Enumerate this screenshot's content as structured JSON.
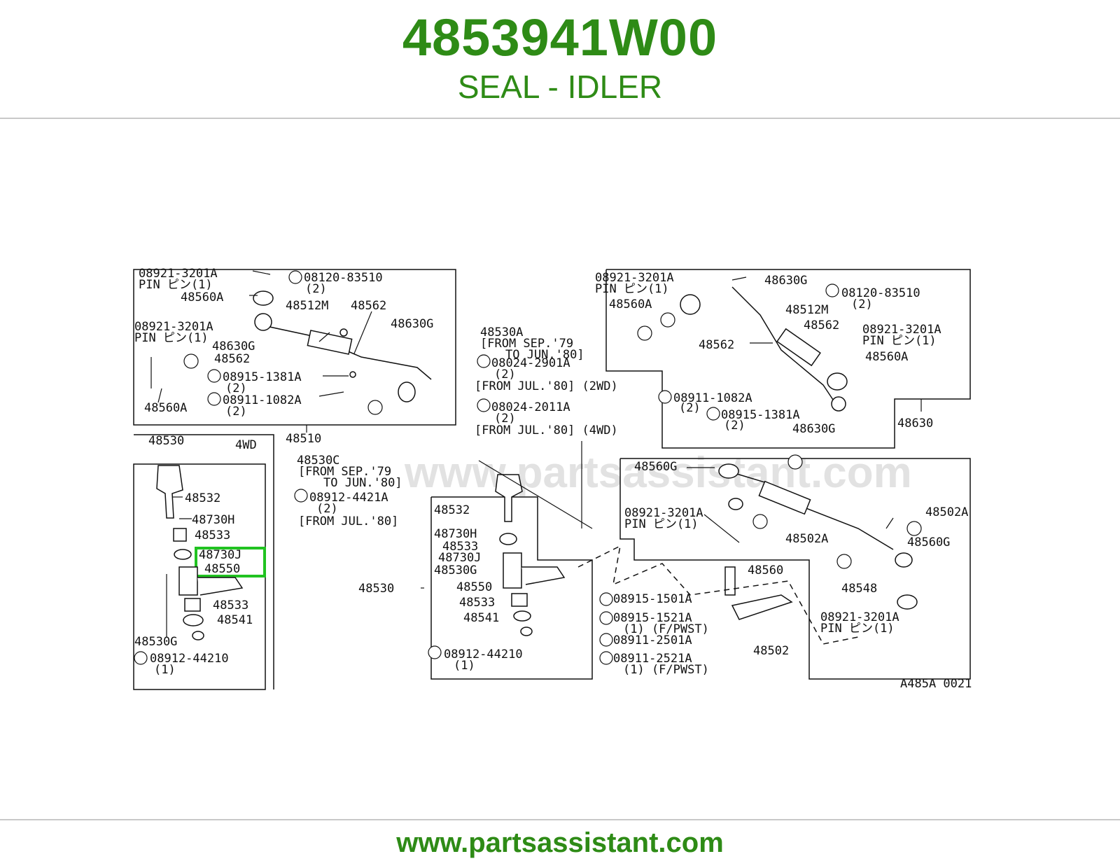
{
  "header": {
    "part_number": "4853941W00",
    "part_name": "SEAL - IDLER"
  },
  "footer": {
    "url": "www.partsassistant.com"
  },
  "diagram": {
    "watermark": "www.partsassistant.com",
    "highlight_label": "48730J",
    "code": "A485A 0021",
    "labels": {
      "a1": "08921-3201A",
      "a2": "PIN ピン(1)",
      "a3": "48560A",
      "a4": "08120-83510",
      "a5": "(2)",
      "a6": "48512M",
      "a7": "48562",
      "a8": "48630G",
      "a9": "08921-3201A",
      "a10": "PIN ピン(1)",
      "a11": "48630G",
      "a12": "48562",
      "a13": "08915-1381A",
      "a14": "(2)",
      "a15": "08911-1082A",
      "a16": "(2)",
      "a17": "48560A",
      "a18": "48510",
      "b1": "48530A",
      "b2": "[FROM SEP.'79",
      "b3": "TO JUN.'80]",
      "b4": "08024-2901A",
      "b5": "(2)",
      "b6": "[FROM JUL.'80] (2WD)",
      "b7": "08024-2011A",
      "b8": "(2)",
      "b9": "[FROM JUL.'80] (4WD)",
      "c1": "08921-3201A",
      "c2": "PIN ピン(1)",
      "c3": "48560A",
      "c4": "48630G",
      "c5": "08120-83510",
      "c6": "(2)",
      "c7": "48512M",
      "c8": "48562",
      "c9": "08921-3201A",
      "c10": "PIN ピン(1)",
      "c11": "48562",
      "c12": "48560A",
      "c13": "08911-1082A",
      "c14": "(2)",
      "c15": "08915-1381A",
      "c16": "(2)",
      "c17": "48630G",
      "c18": "48630",
      "d1": "48530",
      "d2": "4WD",
      "d3": "48532",
      "d4": "48730H",
      "d5": "48533",
      "d6": "48550",
      "d7": "48533",
      "d8": "48541",
      "d9": "48530G",
      "d10": "08912-44210",
      "d11": "(1)",
      "e1": "48530C",
      "e2": "[FROM SEP.'79",
      "e3": "TO JUN.'80]",
      "e4": "08912-4421A",
      "e5": "(2)",
      "e6": "[FROM JUL.'80]",
      "e7": "48532",
      "e8": "48730H",
      "e9": "48533",
      "e10": "48730J",
      "e11": "48530G",
      "e12": "48550",
      "e13": "48533",
      "e14": "48541",
      "e15": "08912-44210",
      "e16": "(1)",
      "e17": "48530",
      "f1": "48560G",
      "f2": "08921-3201A",
      "f3": "PIN ピン(1)",
      "f4": "48502A",
      "f5": "48560",
      "f6": "48502A",
      "f7": "48560G",
      "f8": "48548",
      "f9": "08915-1501A",
      "f10": "08915-1521A",
      "f11": "(1) (F/PWST)",
      "f12": "08911-2501A",
      "f13": "08911-2521A",
      "f14": "(1) (F/PWST)",
      "f15": "48502",
      "f16": "08921-3201A",
      "f17": "PIN ピン(1)"
    }
  }
}
